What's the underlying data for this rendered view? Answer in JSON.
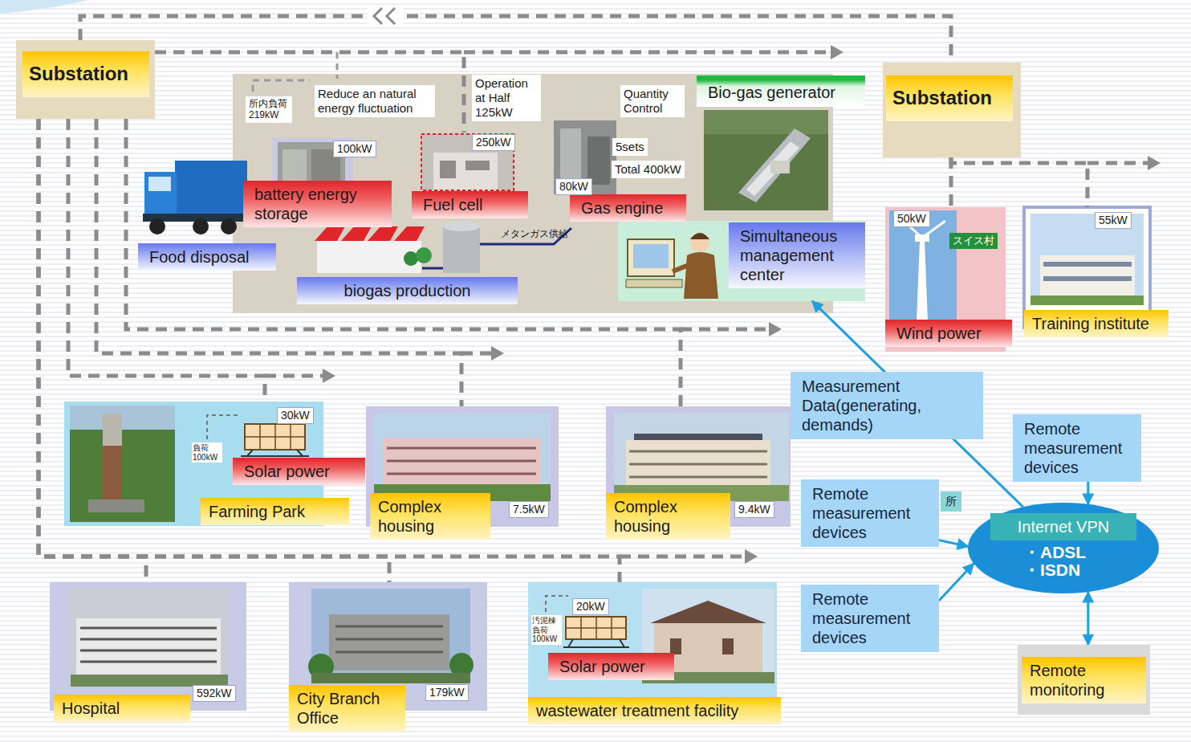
{
  "diagram": {
    "nodes": [
      {
        "text": [
          "Substation"
        ]
      },
      {
        "text": [
          "Substation"
        ]
      },
      {
        "text": [
          "Bio-gas generator"
        ]
      },
      {
        "text": [
          "所内負荷 219kW"
        ]
      },
      {
        "text": [
          "Reduce an natural energy fluctuation"
        ]
      },
      {
        "text": [
          "Operation at Half 125kW"
        ]
      },
      {
        "text": [
          "Quantity Control"
        ]
      },
      {
        "text": [
          "battery energy storage"
        ]
      },
      {
        "text": [
          "100kW"
        ],
        "in": 7
      },
      {
        "text": [
          "Fuel cell"
        ]
      },
      {
        "text": [
          "250kW"
        ],
        "in": 9
      },
      {
        "text": [
          "Gas engine"
        ]
      },
      {
        "text": [
          "80kW"
        ],
        "in": 11
      },
      {
        "text": [
          "5sets"
        ],
        "in": 11
      },
      {
        "text": [
          "Total 400kW"
        ],
        "in": 11
      },
      {
        "text": [
          "Food disposal"
        ]
      },
      {
        "text": [
          "biogas production"
        ]
      },
      {
        "text": [
          "Simultaneous management center"
        ]
      },
      {
        "text": [
          "Wind power"
        ]
      },
      {
        "text": [
          "50kW"
        ],
        "in": 18
      },
      {
        "text": [
          "スイス村"
        ],
        "in": 18
      },
      {
        "text": [
          "Training institute"
        ]
      },
      {
        "text": [
          "55kW"
        ],
        "in": 21
      },
      {
        "text": [
          "Farming Park"
        ]
      },
      {
        "text": [
          "30kW"
        ],
        "in": 23
      },
      {
        "text": [
          "Solar power"
        ],
        "in": 23
      },
      {
        "text": [
          "Complex housing"
        ]
      },
      {
        "text": [
          "7.5kW"
        ],
        "in": 26
      },
      {
        "text": [
          "Complex housing"
        ]
      },
      {
        "text": [
          "9.4kW"
        ],
        "in": 28
      },
      {
        "text": [
          "Hospital"
        ]
      },
      {
        "text": [
          "592kW"
        ],
        "in": 30
      },
      {
        "text": [
          "City Branch Office"
        ]
      },
      {
        "text": [
          "179kW"
        ],
        "in": 32
      },
      {
        "text": [
          "wastewater treatment facility"
        ]
      },
      {
        "text": [
          "20kW"
        ],
        "in": 34
      },
      {
        "text": [
          "Solar power"
        ],
        "in": 34
      },
      {
        "text": [
          "Remote measurement devices"
        ]
      },
      {
        "text": [
          "Remote measurement devices"
        ]
      },
      {
        "text": [
          "Remote measurement devices"
        ]
      },
      {
        "text": [
          "Internet VPN",
          "・ADSL ・ISDN"
        ]
      },
      {
        "text": [
          "Remote monitoring"
        ]
      }
    ],
    "edges": [
      {
        "from": 0,
        "to": 1,
        "arrow": "none"
      },
      {
        "from": 0,
        "to": 9,
        "arrow": "none"
      },
      {
        "from": 0,
        "to": 28,
        "arrow": "none"
      },
      {
        "from": 0,
        "to": 26,
        "arrow": "none"
      },
      {
        "from": 0,
        "to": 23,
        "arrow": "none"
      },
      {
        "from": 0,
        "to": 30,
        "arrow": "none"
      },
      {
        "from": 0,
        "to": 32,
        "arrow": "none"
      },
      {
        "from": 0,
        "to": 34,
        "arrow": "none"
      },
      {
        "from": 1,
        "to": 18,
        "arrow": "none"
      },
      {
        "from": 1,
        "to": 21,
        "arrow": "none"
      },
      {
        "from": 40,
        "to": 17,
        "label": "Measurement Data(generating, demands)",
        "arrow": "to"
      },
      {
        "from": 37,
        "to": 40,
        "arrow": "to"
      },
      {
        "from": 38,
        "to": 40,
        "arrow": "to"
      },
      {
        "from": 39,
        "to": 40,
        "arrow": "to"
      },
      {
        "from": 40,
        "to": 41,
        "arrow": "both"
      }
    ],
    "labels": [
      "メタンガス供給",
      "負荷 100kW",
      "汚泥棟 負荷 100kW",
      "所"
    ]
  }
}
